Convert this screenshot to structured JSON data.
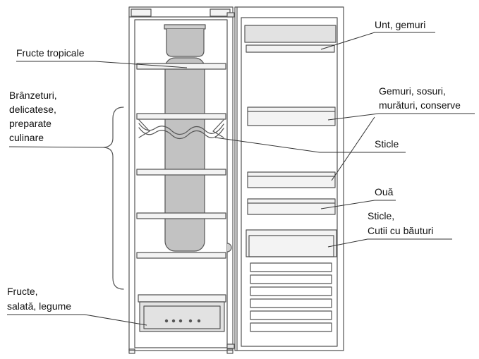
{
  "labels": {
    "fructe_tropicale": "Fructe tropicale",
    "branzeturi": [
      "Brânzeturi,",
      "delicatese,",
      "preparate",
      "culinare"
    ],
    "fructe_salata": [
      "Fructe,",
      "salată, legume"
    ],
    "unt": "Unt, gemuri",
    "gemuri": [
      "Gemuri, sosuri,",
      "murături, conserve"
    ],
    "sticle": "Sticle",
    "oua": "Ouă",
    "sticle_cutii": [
      "Sticle,",
      "Cutii cu băuturi"
    ]
  },
  "colors": {
    "line": "#555555",
    "fill_light": "#f3f3f3",
    "fill_mid": "#e2e2e2",
    "fill_dark": "#cfcfcf",
    "bottle": "#c2c2c2"
  }
}
